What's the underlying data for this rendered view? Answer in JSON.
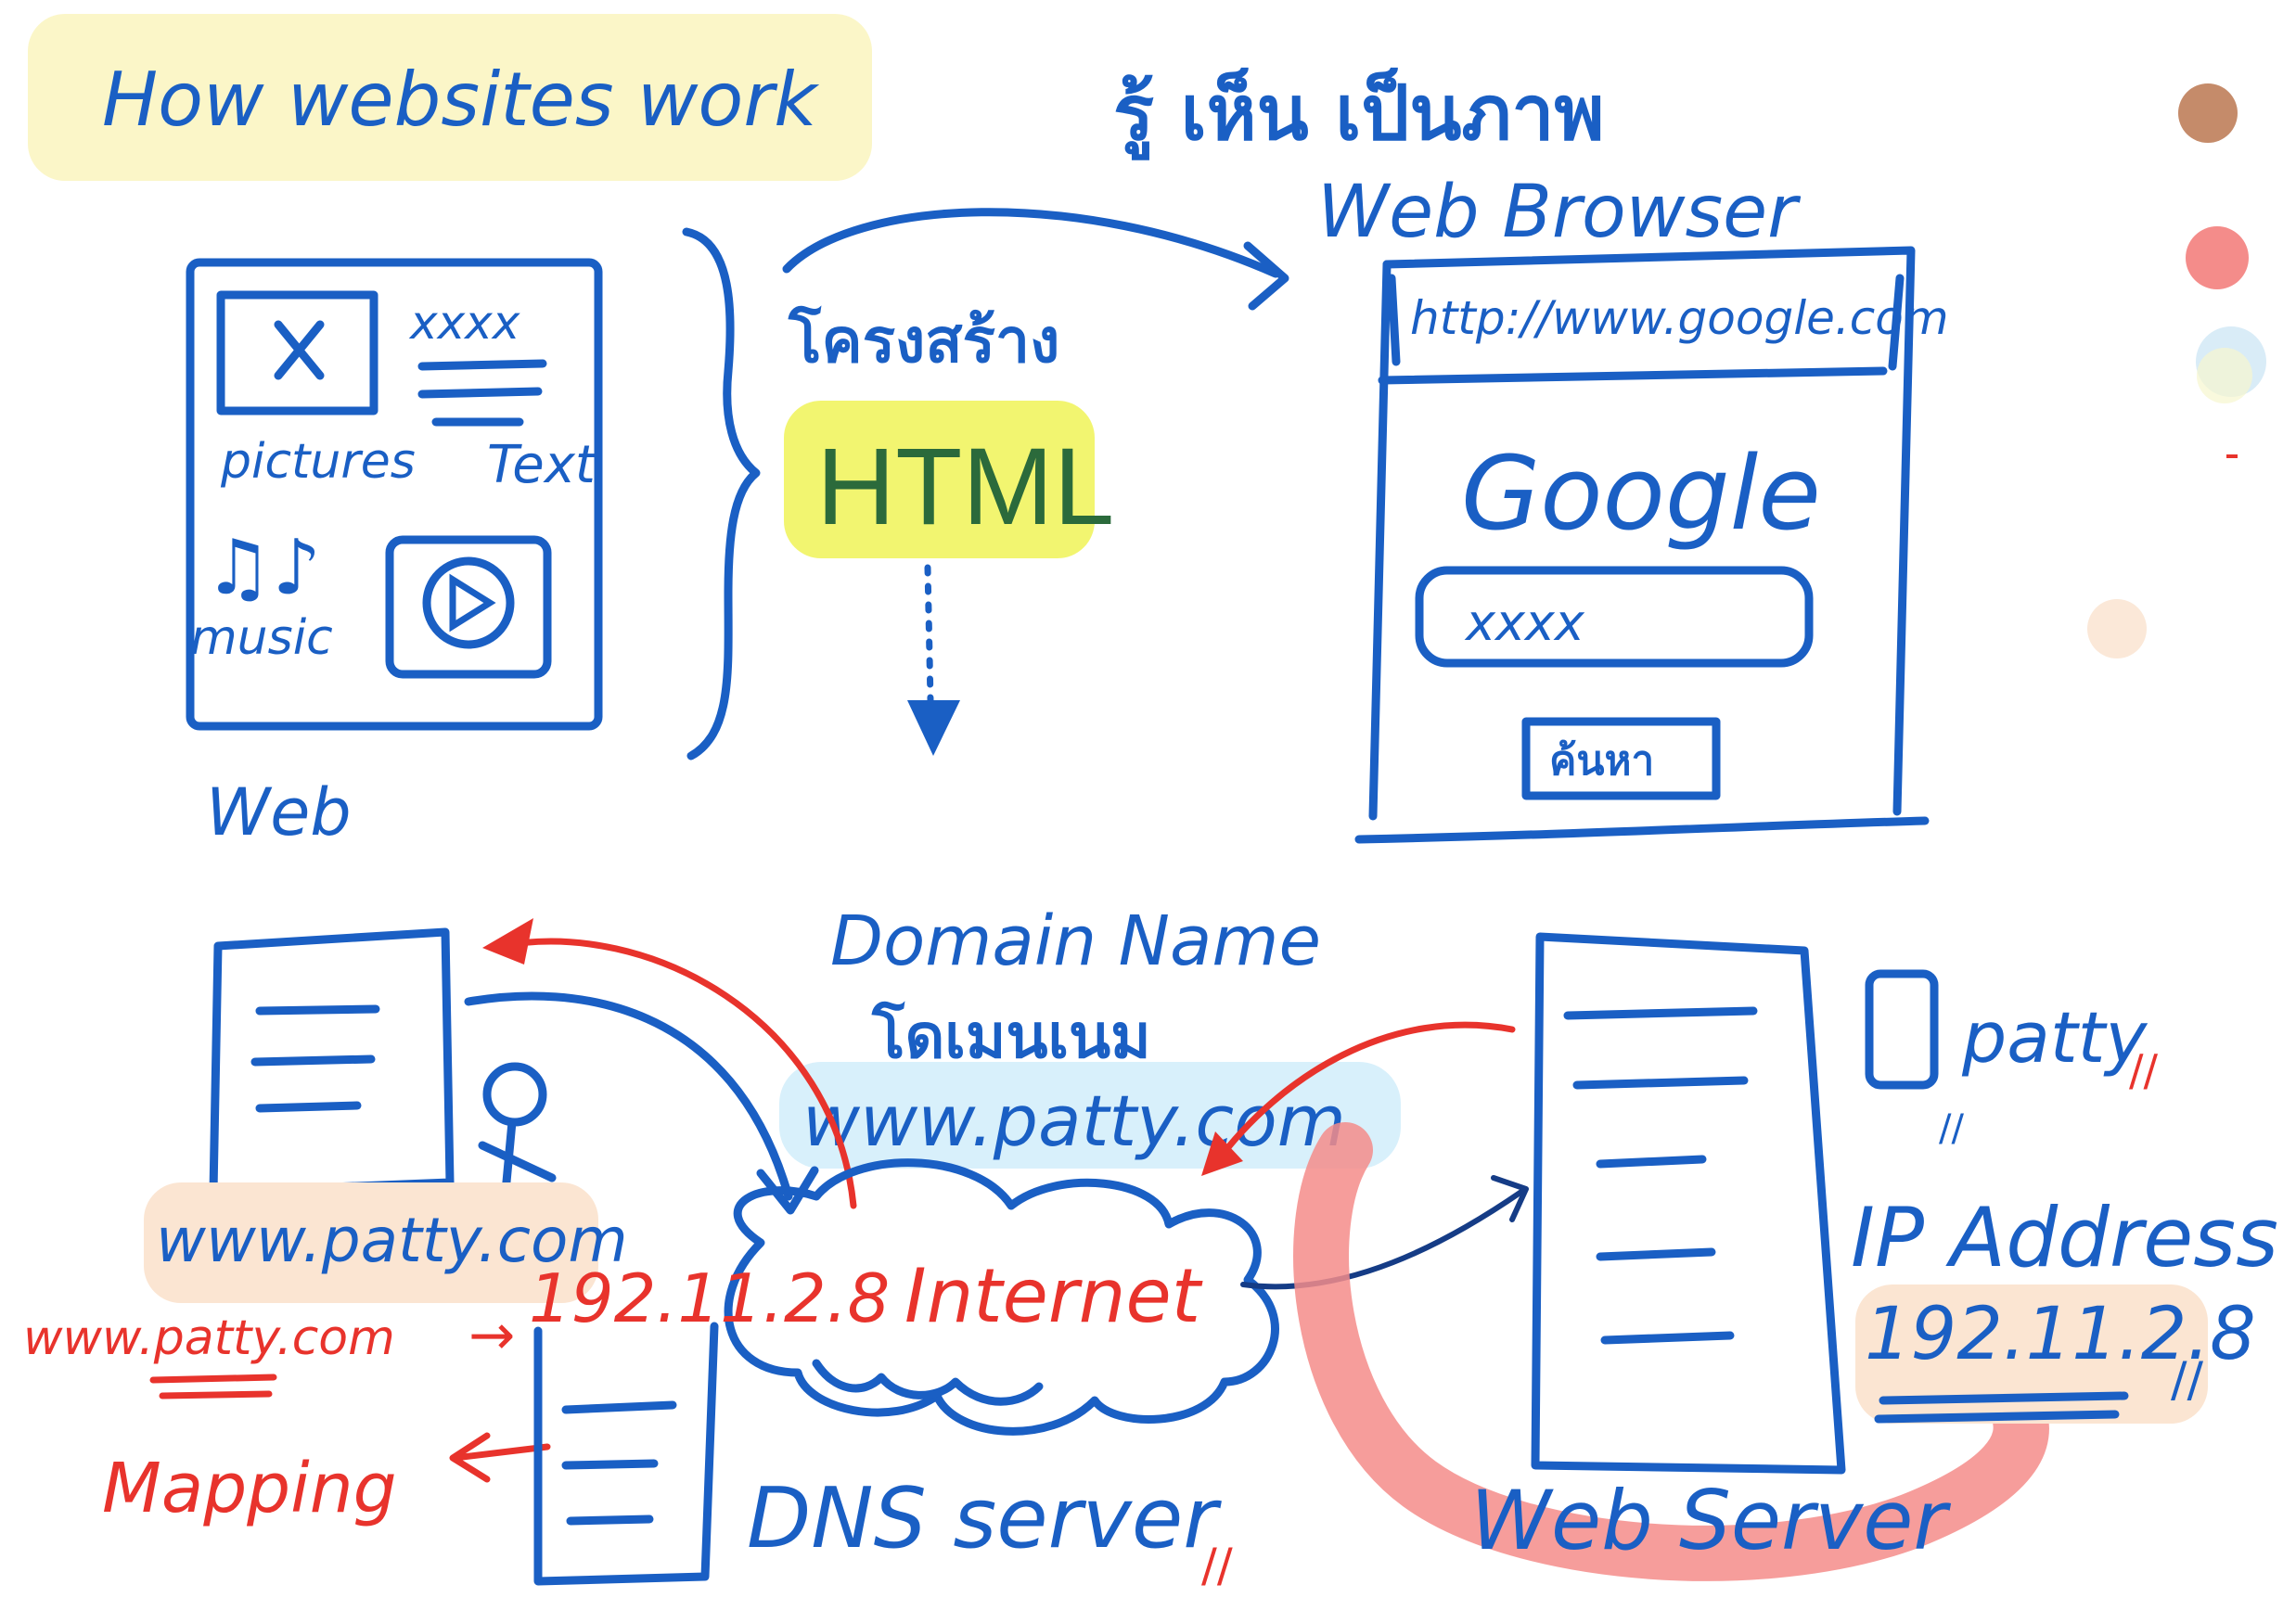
{
  "title": "How websites work",
  "thai_heading": "รู้ เห็น เป็นภาพ",
  "browser_heading": "Web Browser",
  "web_box": {
    "label": "Web",
    "pictures_label": "pictures",
    "text_label": "Text",
    "text_scribble": "xxxx",
    "music_label": "music"
  },
  "structure": {
    "thai_label": "โครงสร้าง",
    "html_label": "HTML"
  },
  "browser": {
    "url": "http://www.google.com",
    "logo": "Google",
    "search_text": "xxxx",
    "button_label": "ค้นหา"
  },
  "domain": {
    "heading": "Domain Name",
    "thai_label": "โดเมนเนม",
    "value": "www.patty.com"
  },
  "client": {
    "url_label": "www.patty.com"
  },
  "mapping": {
    "source": "www.patty.com",
    "arrow": "→",
    "ip": "192.11.2.8",
    "label": "Mapping"
  },
  "internet_label": "Internet",
  "dns_label": "DNS server",
  "web_server_label": "Web Server",
  "patty_label": "patty",
  "ip_section": {
    "heading": "IP Address",
    "value": "192.11.2.8"
  },
  "palette": {
    "brown": "#c58b6a",
    "salmon": "#f48c8a",
    "pale": "#d9ecf7",
    "peach": "#fbe8d8",
    "ink_blue": "#1a5fc4",
    "ink_red": "#e8332c",
    "highlight_yellow": "#f2f570",
    "highlight_blue": "#d8f0fb",
    "highlight_peach": "#fbe5d2"
  }
}
